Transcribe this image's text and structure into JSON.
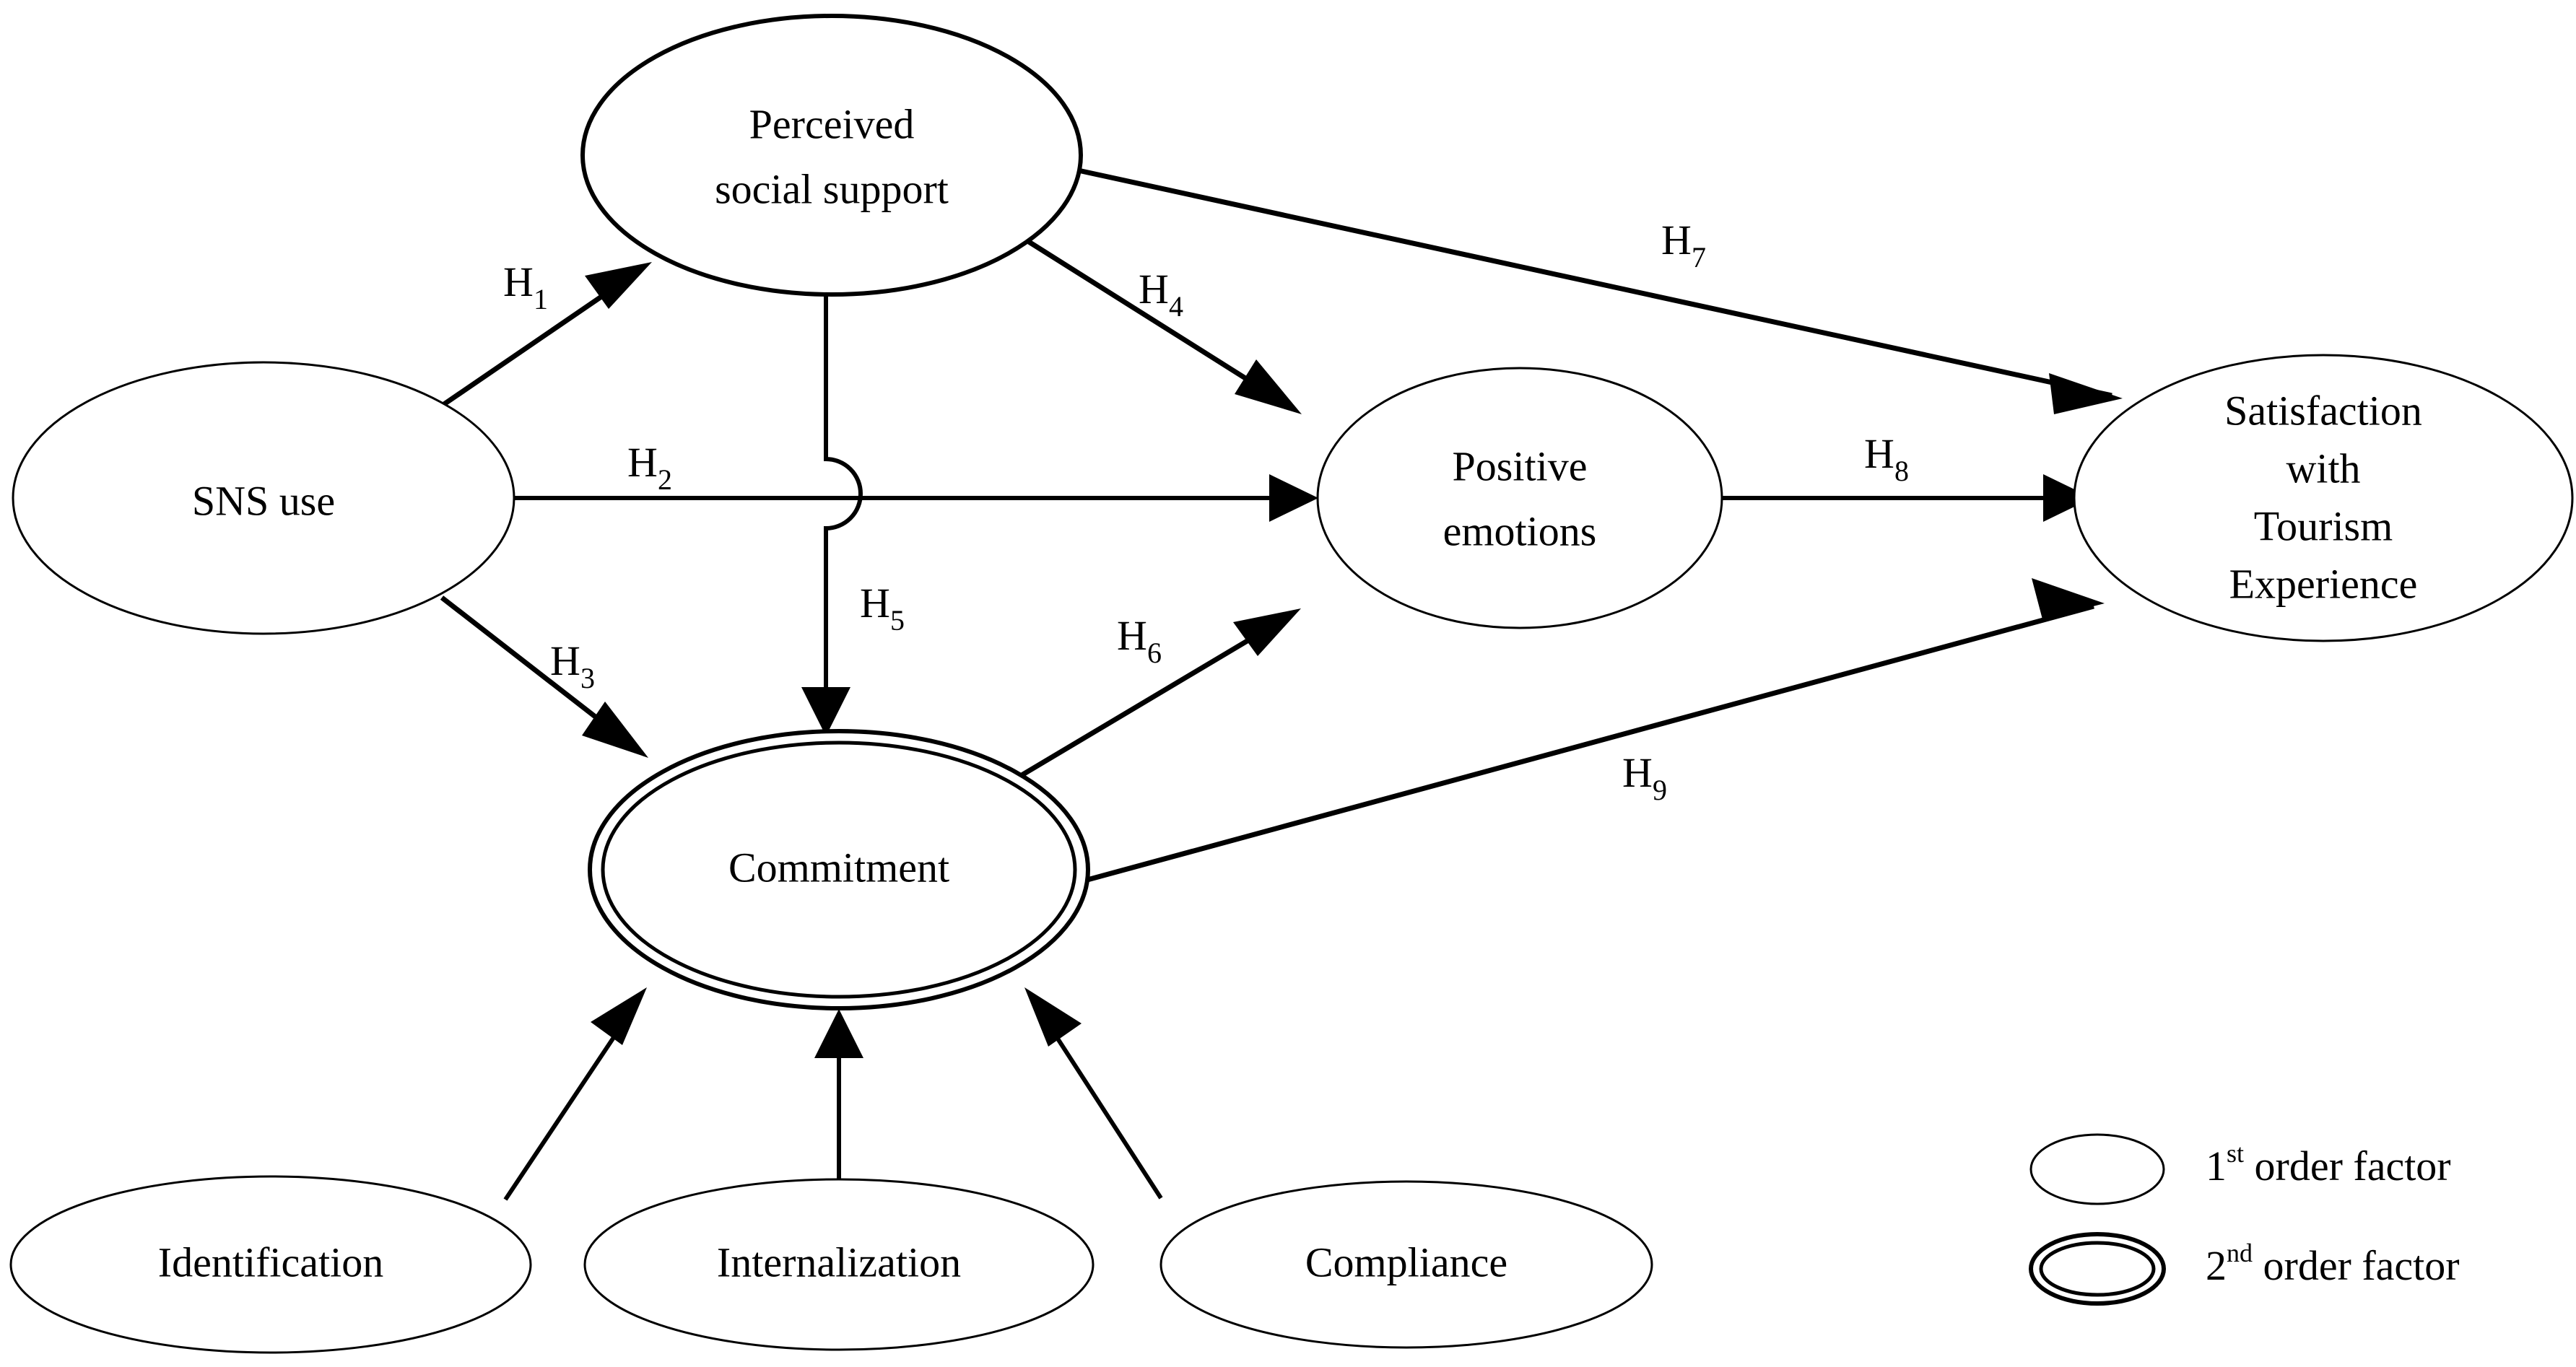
{
  "figure": {
    "type": "structural-equation-model-path-diagram",
    "background_color": "#ffffff",
    "line_color": "#000000"
  },
  "nodes": {
    "perceived_social_support": {
      "label_line1": "Perceived",
      "label_line2": "social support",
      "factor_order": "1st",
      "border": "single"
    },
    "sns_use": {
      "label": "SNS use",
      "factor_order": "1st",
      "border": "single"
    },
    "positive_emotions": {
      "label_line1": "Positive",
      "label_line2": "emotions",
      "factor_order": "1st",
      "border": "single"
    },
    "satisfaction": {
      "label_line1": "Satisfaction",
      "label_line2": "with",
      "label_line3": "Tourism",
      "label_line4": "Experience",
      "factor_order": "1st",
      "border": "single"
    },
    "commitment": {
      "label": "Commitment",
      "factor_order": "2nd",
      "border": "double"
    },
    "identification": {
      "label": "Identification",
      "factor_order": "1st",
      "border": "single"
    },
    "internalization": {
      "label": "Internalization",
      "factor_order": "1st",
      "border": "single"
    },
    "compliance": {
      "label": "Compliance",
      "factor_order": "1st",
      "border": "single"
    }
  },
  "hypotheses": [
    {
      "id": "H1",
      "base": "H",
      "sub": "1",
      "from": "sns_use",
      "to": "perceived_social_support"
    },
    {
      "id": "H2",
      "base": "H",
      "sub": "2",
      "from": "sns_use",
      "to": "positive_emotions"
    },
    {
      "id": "H3",
      "base": "H",
      "sub": "3",
      "from": "sns_use",
      "to": "commitment"
    },
    {
      "id": "H4",
      "base": "H",
      "sub": "4",
      "from": "perceived_social_support",
      "to": "positive_emotions"
    },
    {
      "id": "H5",
      "base": "H",
      "sub": "5",
      "from": "perceived_social_support",
      "to": "commitment"
    },
    {
      "id": "H6",
      "base": "H",
      "sub": "6",
      "from": "commitment",
      "to": "positive_emotions"
    },
    {
      "id": "H7",
      "base": "H",
      "sub": "7",
      "from": "perceived_social_support",
      "to": "satisfaction"
    },
    {
      "id": "H8",
      "base": "H",
      "sub": "8",
      "from": "positive_emotions",
      "to": "satisfaction"
    },
    {
      "id": "H9",
      "base": "H",
      "sub": "9",
      "from": "commitment",
      "to": "satisfaction"
    }
  ],
  "indicator_links": [
    {
      "from": "identification",
      "to": "commitment"
    },
    {
      "from": "internalization",
      "to": "commitment"
    },
    {
      "from": "compliance",
      "to": "commitment"
    }
  ],
  "legend": {
    "items": [
      {
        "shape": "single-ellipse",
        "num": "1",
        "ord": "st",
        "rest": " order factor"
      },
      {
        "shape": "double-ellipse",
        "num": "2",
        "ord": "nd",
        "rest": " order factor"
      }
    ]
  }
}
